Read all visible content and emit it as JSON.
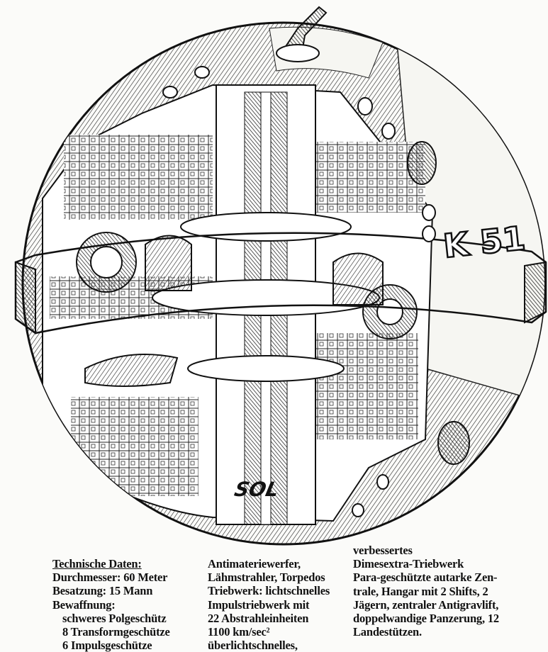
{
  "illustration": {
    "hull_marking": "K 51",
    "logo": "SOL"
  },
  "specs": {
    "heading": "Technische Daten:",
    "column1": [
      "Durchmesser: 60 Meter",
      "Besatzung: 15 Mann",
      "Bewaffnung:",
      "schweres Polgeschütz",
      "8 Transformgeschütze",
      "6 Impulsgeschütze"
    ],
    "column2": [
      "Antimateriewerfer,",
      "Lähmstrahler, Torpedos",
      "Triebwerk: lichtschnelles",
      "Impulstriebwerk mit",
      "22 Abstrahleinheiten",
      "1100 km/sec²",
      "überlichtschnelles,"
    ],
    "column3": [
      "verbessertes",
      "Dimesextra-Triebwerk",
      "Para-geschützte autarke Zen-",
      "trale, Hangar mit 2 Shifts, 2",
      "Jägern, zentraler Antigravlift,",
      "doppelwandige Panzerung, 12",
      "Landestützen."
    ]
  }
}
